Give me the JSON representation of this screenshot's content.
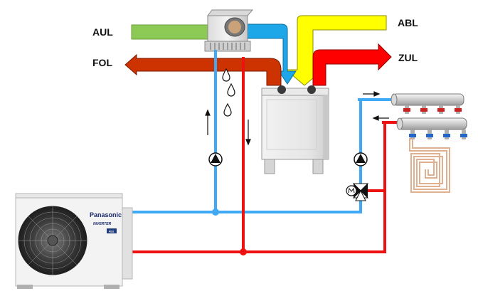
{
  "labels": {
    "aul": "AUL",
    "abl": "ABL",
    "fol": "FOL",
    "zul": "ZUL"
  },
  "outdoor_unit": {
    "brand": "Panasonic",
    "series": "INVERTER",
    "refrigerant_badge": "R32"
  },
  "colors": {
    "outdoor_air": "#8dc955",
    "extract_air": "#ffff00",
    "exhaust_air": "#cc3300",
    "supply_air": "#ff0000",
    "cold_duct": "#1ea7e8",
    "cold_pipe": "#3fa9f5",
    "hot_pipe": "#ee1111",
    "copper": "#e0b090"
  },
  "icons": {
    "pump": "pump-icon",
    "three_way_valve": "mixing-valve-icon",
    "condensate": "water-drop-icon"
  }
}
